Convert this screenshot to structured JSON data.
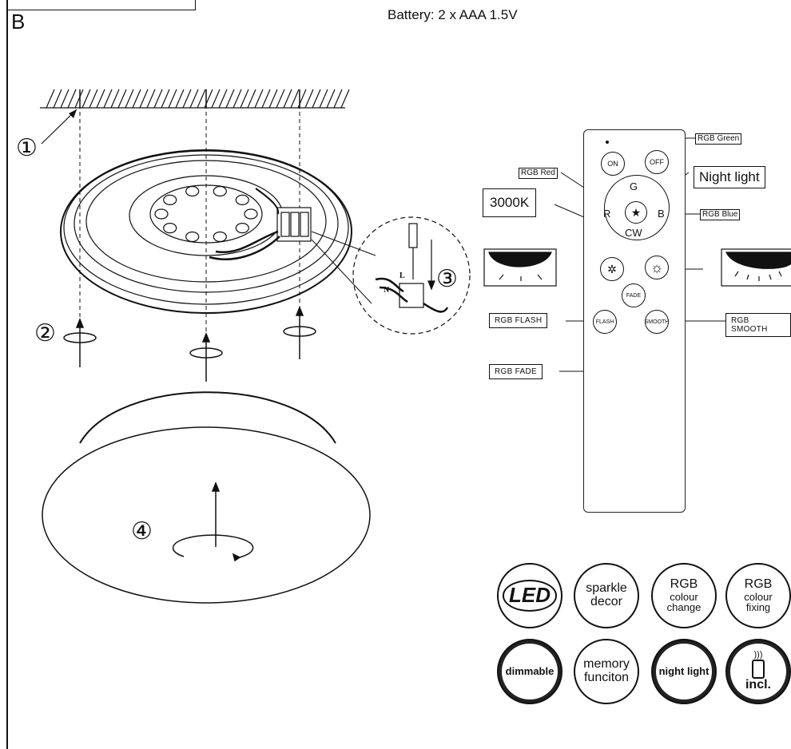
{
  "header": {
    "section_letter": "B",
    "battery_text": "Battery: 2 x AAA 1.5V"
  },
  "steps": [
    "①",
    "②",
    "③",
    "④"
  ],
  "remote": {
    "buttons": {
      "on": "ON",
      "off": "OFF",
      "fade": "FADE",
      "flash": "FLASH",
      "smooth": "SMOOTH"
    },
    "wheel": {
      "top": "G",
      "left": "R",
      "right": "B",
      "bottom": "CW"
    },
    "labels": {
      "rgb_green": "RGB Green",
      "rgb_red": "RGB Red",
      "rgb_blue": "RGB Blue",
      "night_light": "Night light",
      "color_temp": "3000K",
      "rgb_flash": "RGB FLASH",
      "rgb_smooth": "RGB SMOOTH",
      "rgb_fade": "RGB FADE"
    }
  },
  "features": {
    "led": "LED",
    "sparkle": [
      "sparkle",
      "decor"
    ],
    "rgb_change": [
      "RGB",
      "colour",
      "change"
    ],
    "rgb_fixing": [
      "RGB",
      "colour",
      "fixing"
    ],
    "dimmable": "dimmable",
    "memory": [
      "memory",
      "funciton"
    ],
    "night_light": "night light",
    "remote_incl": "incl."
  },
  "wiring": {
    "l": "L",
    "n": "N"
  },
  "icons": [
    "screw-icon",
    "moon-star-icon",
    "sun-small-icon",
    "sun-large-icon",
    "remote-icon"
  ]
}
